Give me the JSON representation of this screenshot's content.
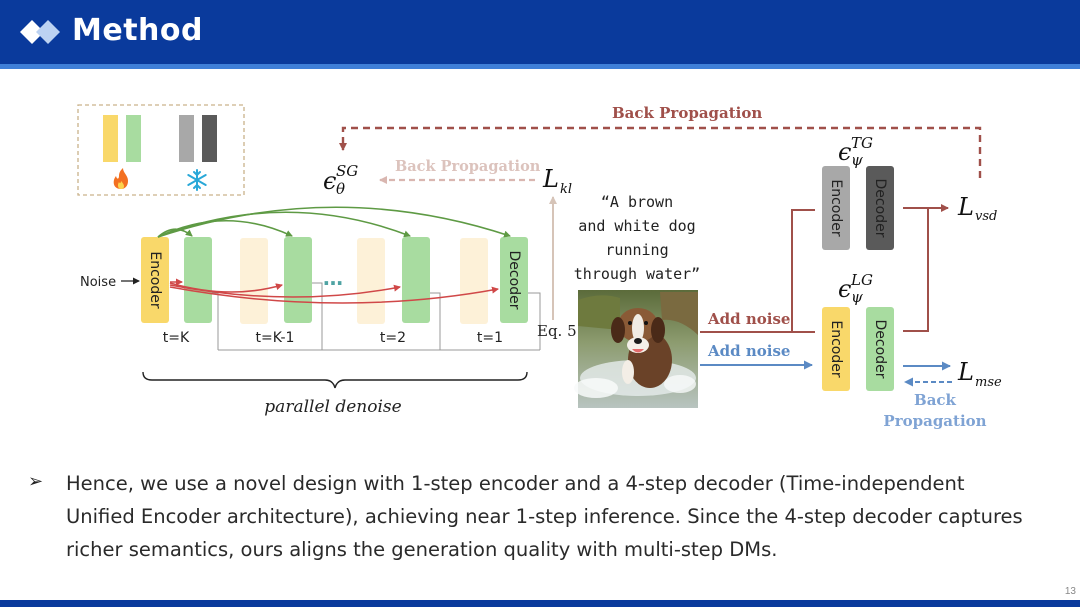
{
  "header": {
    "title": "Method"
  },
  "diagram": {
    "back_prop_top": "Back Propagation",
    "back_prop_faded": "Back Propagation",
    "back_prop_bottom_1": "Back",
    "back_prop_bottom_2": "Propagation",
    "eps_theta_base": "ϵ",
    "eps_theta_sup": "SG",
    "eps_theta_sub": "θ",
    "eps_tg_base": "ϵ",
    "eps_tg_sup": "TG",
    "eps_tg_sub": "ψ",
    "eps_lg_base": "ϵ",
    "eps_lg_sup": "LG",
    "eps_lg_sub": "ψ",
    "loss_kl_base": "L",
    "loss_kl_sub": "kl",
    "loss_vsd_base": "L",
    "loss_vsd_sub": "vsd",
    "loss_mse_base": "L",
    "loss_mse_sub": "mse",
    "caption_lines": [
      "“A brown",
      "and white dog",
      "running",
      "through water”"
    ],
    "noise_label": "Noise",
    "encoder_label": "Encoder",
    "decoder_label": "Decoder",
    "step_labels": [
      "t=K",
      "t=K-1",
      "t=2",
      "t=1"
    ],
    "ellipsis": "…",
    "eq_label": "Eq. 5",
    "add_noise_top": "Add noise",
    "add_noise_bottom": "Add noise",
    "parallel_label": "parallel denoise",
    "colors": {
      "trainable_yellow": "#f9d86a",
      "trainable_green": "#a8dca0",
      "frozen_gray_light": "#a8a8a8",
      "frozen_gray_dark": "#5a5a5a",
      "backprop_red": "#a0504a",
      "mse_blue": "#5b8ac4",
      "arrow_green": "#5e9a44",
      "arrow_red": "#d04848"
    }
  },
  "body": {
    "bullet": "Hence, we use a novel design with 1-step encoder and a 4-step decoder (Time-independent Unified Encoder architecture), achieving near 1-step inference. Since the 4-step decoder captures richer semantics, ours aligns the generation quality with multi-step DMs."
  },
  "footer": {
    "page_number": "13"
  }
}
